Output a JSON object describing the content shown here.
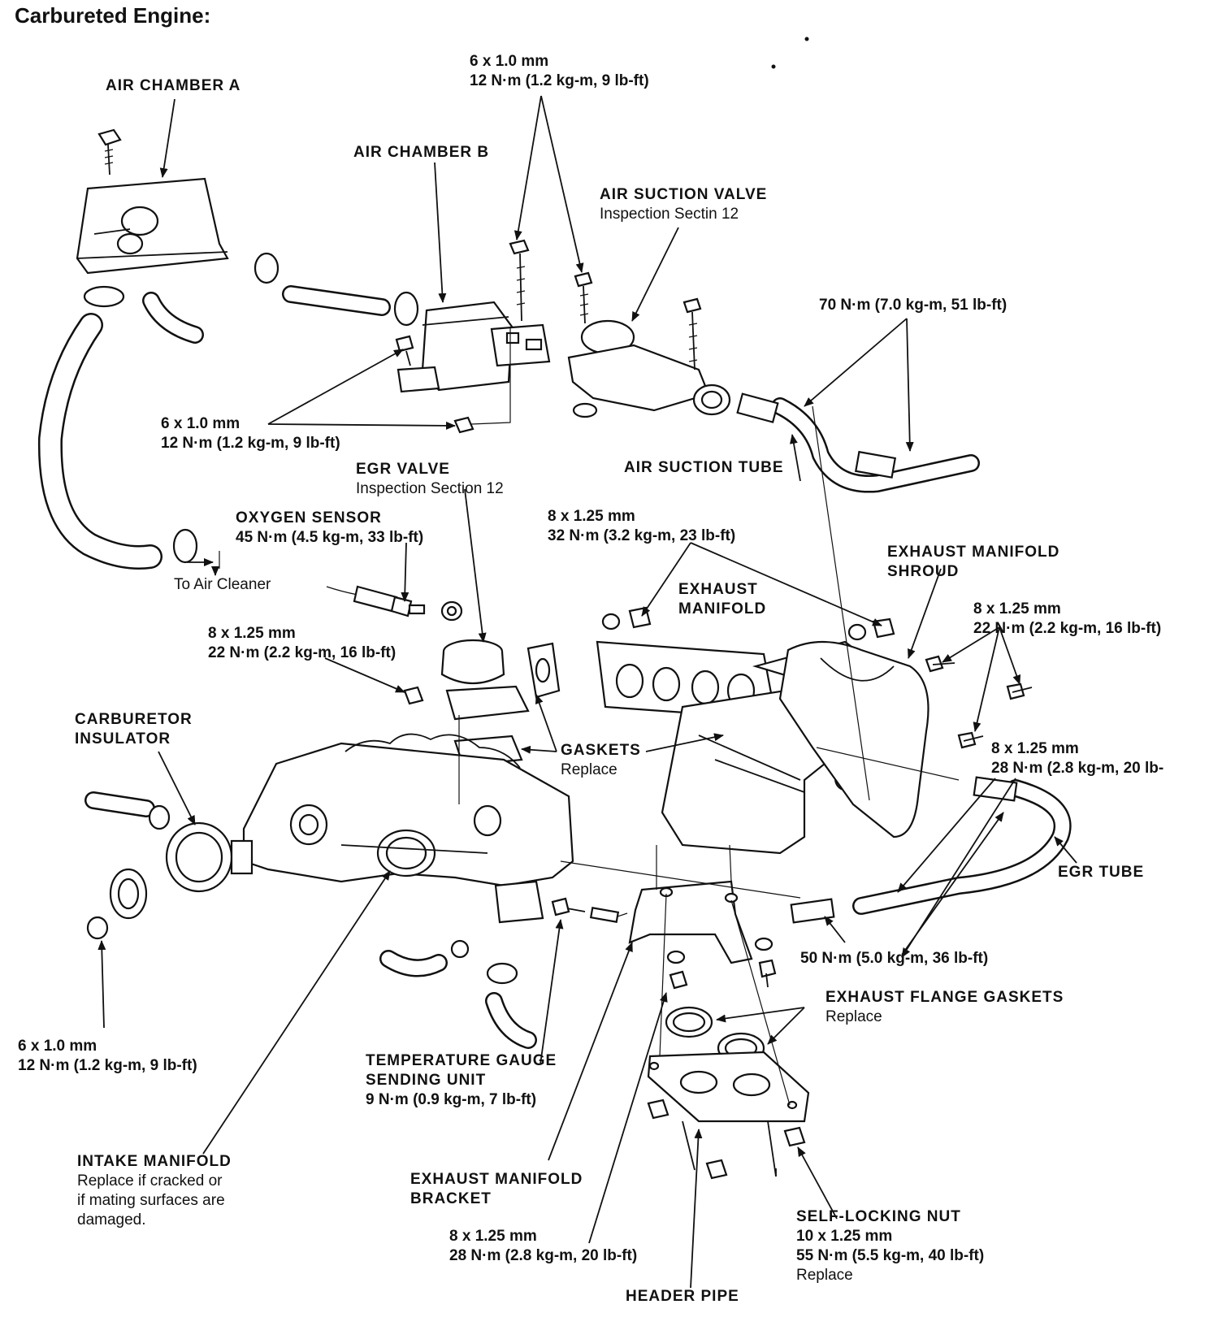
{
  "title": "Carbureted Engine:",
  "labels": {
    "air_chamber_a": "AIR CHAMBER A",
    "air_chamber_b": "AIR CHAMBER B",
    "bolt_top": {
      "size": "6 x 1.0 mm",
      "torque": "12 N·m (1.2 kg-m, 9 lb-ft)"
    },
    "air_suction_valve": {
      "name": "AIR SUCTION VALVE",
      "note": "Inspection Sectin 12"
    },
    "torque_70": "70 N·m (7.0 kg-m, 51 lb-ft)",
    "bolt_mid": {
      "size": "6 x 1.0 mm",
      "torque": "12 N·m (1.2 kg-m, 9 lb-ft)"
    },
    "air_suction_tube": "AIR SUCTION TUBE",
    "egr_valve": {
      "name": "EGR VALVE",
      "note": "Inspection Section 12"
    },
    "oxygen_sensor": {
      "name": "OXYGEN SENSOR",
      "torque": "45 N·m (4.5 kg-m, 33 lb-ft)"
    },
    "bolt_8x125_32": {
      "size": "8 x 1.25 mm",
      "torque": "32 N·m (3.2 kg-m, 23 lb-ft)"
    },
    "exhaust_manifold_shroud": {
      "line1": "EXHAUST MANIFOLD",
      "line2": "SHROUD"
    },
    "to_air_cleaner": "To Air Cleaner",
    "exhaust_manifold": {
      "line1": "EXHAUST",
      "line2": "MANIFOLD"
    },
    "bolt_8x125_22_right": {
      "size": "8 x 1.25 mm",
      "torque": "22 N·m (2.2 kg-m, 16 lb-ft)"
    },
    "bolt_8x125_22_left": {
      "size": "8 x 1.25 mm",
      "torque": "22 N·m (2.2 kg-m, 16 lb-ft)"
    },
    "carburetor_insulator": {
      "line1": "CARBURETOR",
      "line2": "INSULATOR"
    },
    "gaskets": {
      "name": "GASKETS",
      "note": "Replace"
    },
    "bolt_8x125_28_right": {
      "size": "8 x 1.25 mm",
      "torque": "28 N·m (2.8 kg-m, 20 lb-"
    },
    "egr_tube": "EGR TUBE",
    "torque_50": "50 N·m (5.0 kg-m, 36 lb-ft)",
    "exhaust_flange_gaskets": {
      "name": "EXHAUST FLANGE GASKETS",
      "note": "Replace"
    },
    "bolt_bottom_left": {
      "size": "6 x 1.0 mm",
      "torque": "12 N·m (1.2 kg-m, 9 lb-ft)"
    },
    "temperature_gauge": {
      "line1": "TEMPERATURE GAUGE",
      "line2": "SENDING UNIT",
      "torque": "9 N·m (0.9 kg-m, 7 lb-ft)"
    },
    "intake_manifold": {
      "name": "INTAKE MANIFOLD",
      "note1": "Replace if cracked or",
      "note2": "if mating surfaces are",
      "note3": "damaged."
    },
    "exhaust_manifold_bracket": {
      "line1": "EXHAUST MANIFOLD",
      "line2": "BRACKET"
    },
    "bolt_8x125_28_bottom": {
      "size": "8 x 1.25 mm",
      "torque": "28 N·m (2.8 kg-m, 20 lb-ft)"
    },
    "self_locking_nut": {
      "name": "SELF-LOCKING NUT",
      "size": "10 x 1.25 mm",
      "torque": "55 N·m (5.5 kg-m, 40 lb-ft)",
      "note": "Replace"
    },
    "header_pipe": "HEADER PIPE"
  }
}
